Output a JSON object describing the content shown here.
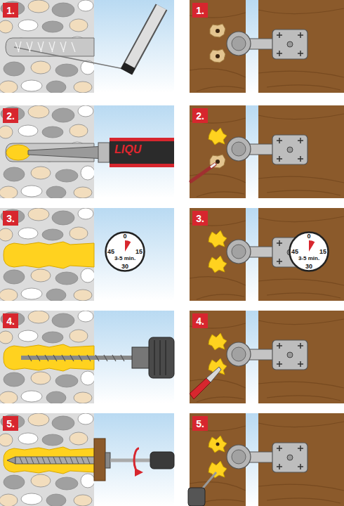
{
  "diagram": {
    "nodes": [
      {
        "text": [
          "1."
        ]
      },
      {
        "text": [
          "1."
        ]
      },
      {
        "text": [
          "2."
        ]
      },
      {
        "text": [
          "2."
        ]
      },
      {
        "text": [
          "3."
        ]
      },
      {
        "text": [
          "0",
          "15",
          "30",
          "45",
          "3-5 min."
        ]
      },
      {
        "text": [
          "3."
        ]
      },
      {
        "text": [
          "0",
          "15",
          "30",
          "45",
          "3-5 min."
        ]
      },
      {
        "text": [
          "4."
        ]
      },
      {
        "text": [
          "4."
        ]
      },
      {
        "text": [
          "5."
        ]
      },
      {
        "text": [
          "5."
        ]
      }
    ],
    "labels": [
      "LIQU"
    ]
  }
}
